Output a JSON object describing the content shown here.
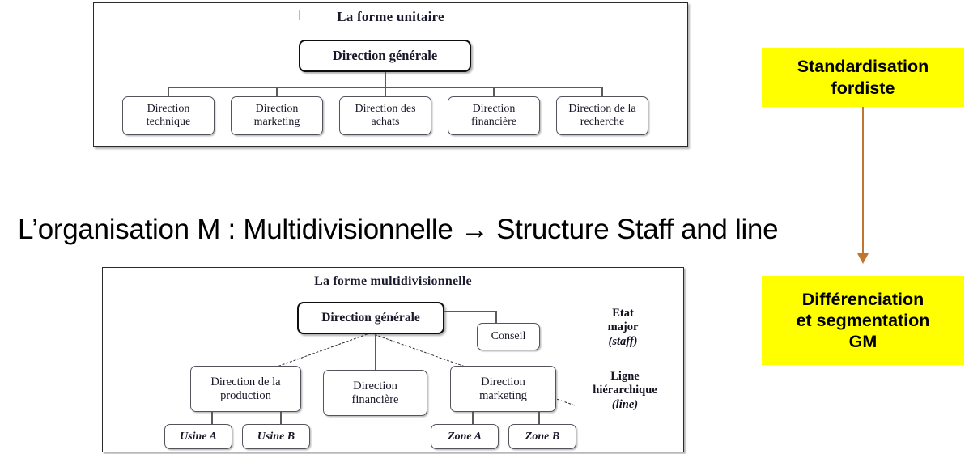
{
  "slide": {
    "background": "#ffffff",
    "accent_yellow": "#ffff00",
    "accent_arrow": "#c0762c"
  },
  "heading": {
    "text": "L’organisation M : Multidivisionnelle → Structure Staff and line"
  },
  "diagram_unitary": {
    "title": "La forme unitaire",
    "root": "Direction générale",
    "children": [
      "Direction technique",
      "Direction marketing",
      "Direction des achats",
      "Direction financière",
      "Direction de la recherche"
    ]
  },
  "diagram_multidivisional": {
    "title": "La forme multidivisionnelle",
    "root": "Direction générale",
    "staff_node": "Conseil",
    "divisions": [
      "Direction de la production",
      "Direction financière",
      "Direction marketing"
    ],
    "production_units": [
      "Usine A",
      "Usine B"
    ],
    "marketing_units": [
      "Zone A",
      "Zone B"
    ],
    "captions": {
      "staff": {
        "line1": "Etat",
        "line2": "major",
        "line3": "(staff)"
      },
      "line": {
        "line1": "Ligne",
        "line2": "hiérarchique",
        "line3": "(line)"
      }
    }
  },
  "callouts": [
    {
      "line1": "Standardisation",
      "line2": "fordiste"
    },
    {
      "line1": "Différenciation",
      "line2": "et segmentation",
      "line3": "GM"
    }
  ]
}
